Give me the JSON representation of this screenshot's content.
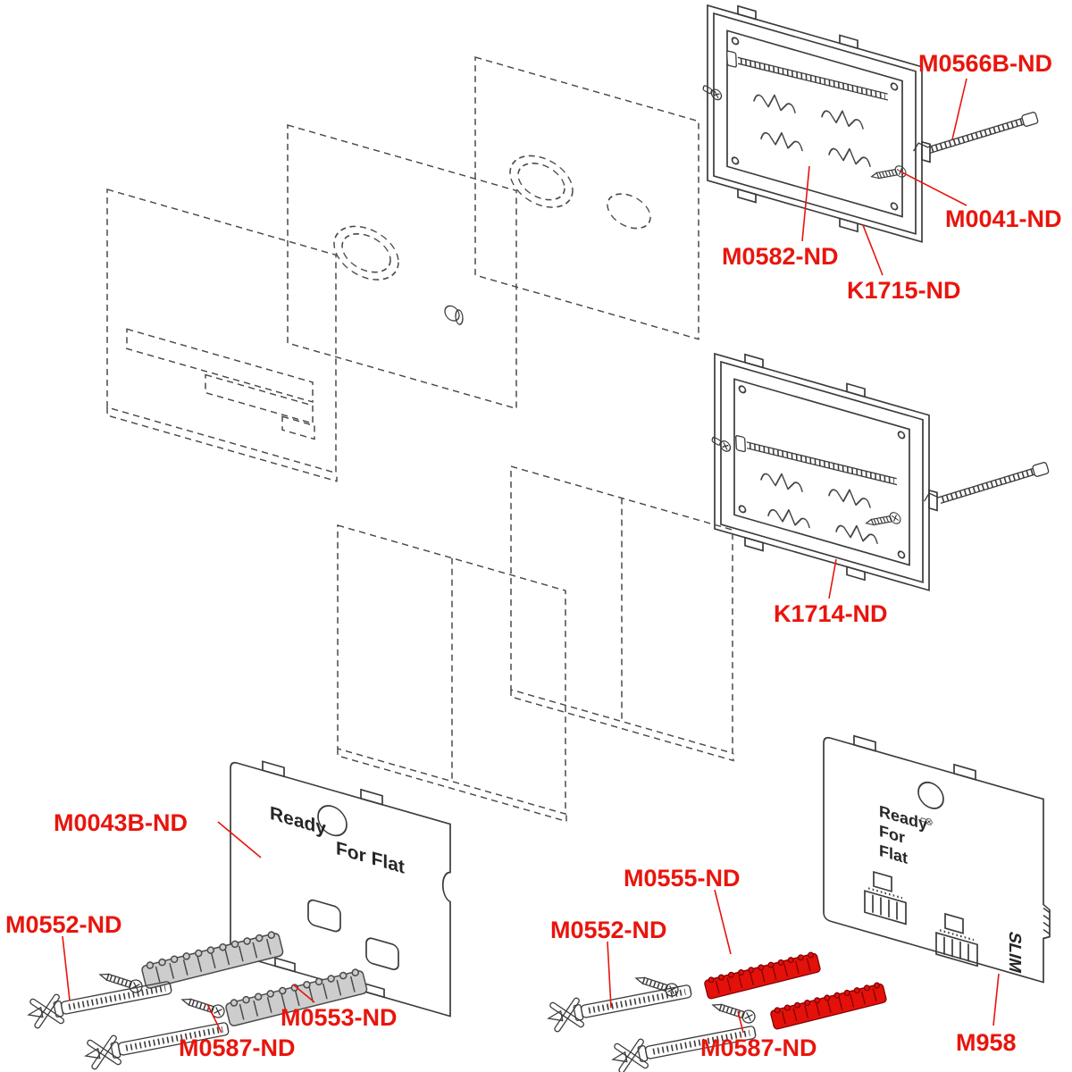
{
  "page": {
    "background": "#ffffff",
    "colors": {
      "label_red": "#e8150d",
      "line": "#3b3b3b",
      "bracket_gray": "#cdcdcd",
      "bracket_red": "#e31109"
    },
    "labels": [
      {
        "id": "m0566b",
        "text": "M0566B-ND"
      },
      {
        "id": "m0041",
        "text": "M0041-ND"
      },
      {
        "id": "m0582",
        "text": "M0582-ND"
      },
      {
        "id": "k1715",
        "text": "K1715-ND"
      },
      {
        "id": "k1714",
        "text": "K1714-ND"
      },
      {
        "id": "m0043b",
        "text": "M0043B-ND"
      },
      {
        "id": "m0552_left",
        "text": "M0552-ND"
      },
      {
        "id": "m0587_left",
        "text": "M0587-ND"
      },
      {
        "id": "m0553",
        "text": "M0553-ND"
      },
      {
        "id": "m0555",
        "text": "M0555-ND"
      },
      {
        "id": "m0552_right",
        "text": "M0552-ND"
      },
      {
        "id": "m0587_right",
        "text": "M0587-ND"
      },
      {
        "id": "m958",
        "text": "M958"
      }
    ],
    "plate_markings": {
      "ready": "Ready",
      "for_flat": "For Flat",
      "for": "For",
      "flat": "Flat",
      "slim": "SLIM"
    }
  }
}
